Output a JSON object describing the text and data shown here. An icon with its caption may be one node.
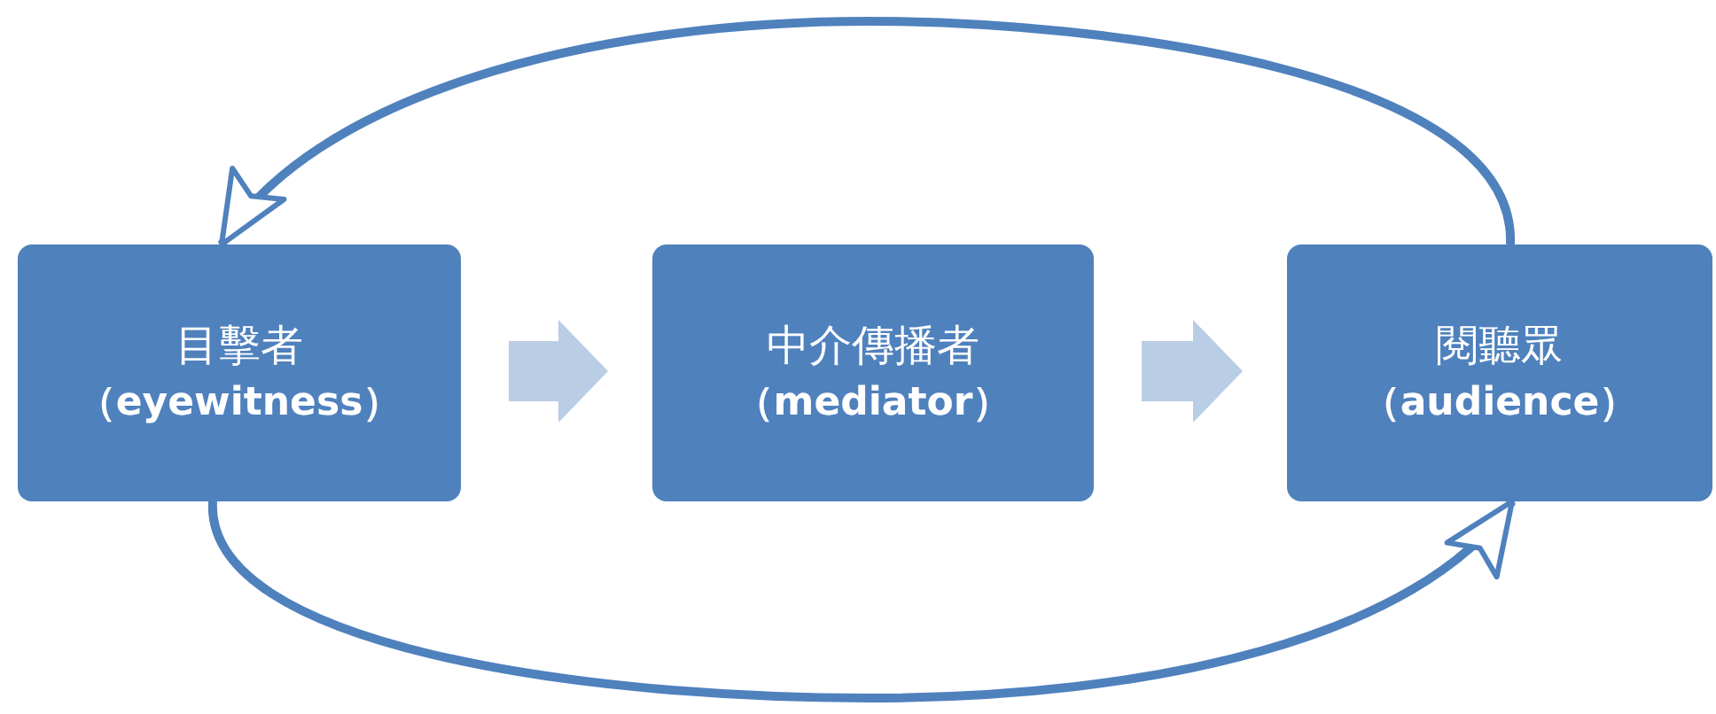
{
  "diagram": {
    "nodes": [
      {
        "text": [
          "目擊者",
          "（eyewitness）"
        ]
      },
      {
        "text": [
          "中介傳播者",
          "（mediator）"
        ]
      },
      {
        "text": [
          "閱聽眾",
          "（audience）"
        ]
      }
    ],
    "edges": [
      {
        "from": 0,
        "to": 1,
        "arrow": "to"
      },
      {
        "from": 1,
        "to": 2,
        "arrow": "to"
      },
      {
        "from": 2,
        "to": 0,
        "arrow": "to"
      },
      {
        "from": 0,
        "to": 2,
        "arrow": "to"
      }
    ]
  }
}
